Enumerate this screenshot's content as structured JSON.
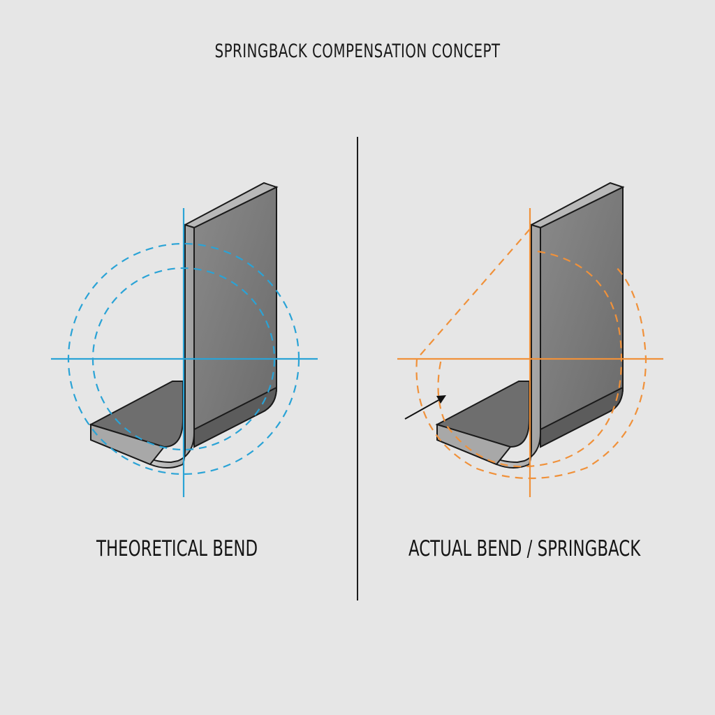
{
  "title": "SPRINGBACK COMPENSATION CONCEPT",
  "panels": [
    {
      "id": "theoretical",
      "label": "THEORETICAL BEND",
      "accent_color": "#2aa3d6"
    },
    {
      "id": "actual",
      "label": "ACTUAL BEND / SPRINGBACK",
      "accent_color": "#f0913a"
    }
  ],
  "colors": {
    "background": "#e6e6e6",
    "metal_face": "#767676",
    "metal_edge": "#b5b5b5",
    "outline": "#1a1a1a",
    "divider": "#1c1c1c"
  }
}
